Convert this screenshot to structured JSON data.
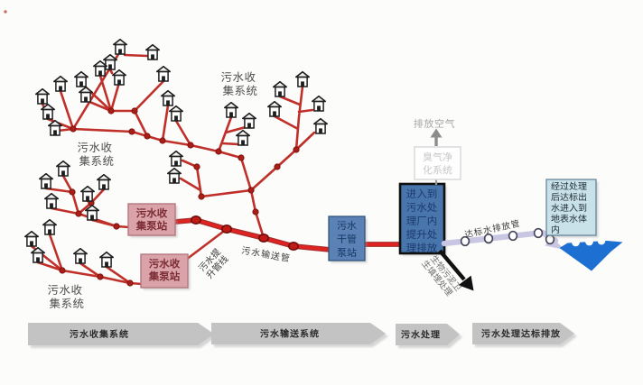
{
  "colors": {
    "network_red": "#c0302a",
    "trunk_red": "#cf1f1d",
    "node_red": "#8c1410",
    "pump_station_pink": "#d9a3a9",
    "trunk_pump_blue": "#5b81b5",
    "treatment_plant_blue": "#4876ac",
    "outfall_box_blue": "#c9e2e9",
    "discharge_pipe_lavender": "#c9c6e3",
    "water_body_blue": "#1d70d2",
    "process_arrow_gray": "#c3c3c3"
  },
  "labels": {
    "collection_system_top": {
      "line1": "污水收",
      "line2": "集系统"
    },
    "collection_system_left": {
      "line1": "污水收",
      "line2": "集系统"
    },
    "collection_system_bottom": {
      "line1": "污水收",
      "line2": "集系统"
    },
    "exhaust_air": "排放空气",
    "odor_purification": {
      "line1": "臭气净",
      "line2": "化系统"
    },
    "lift_pipeline": {
      "line1": "污水提",
      "line2": "升管线"
    },
    "transfer_pipe": "污水输送管",
    "discharge_pipe": "达标水排放管",
    "sludge_disposal": {
      "line1": "生物污泥卫",
      "line2": "生填埋处理"
    }
  },
  "boxes": {
    "pump_station_1": {
      "line1": "污水收",
      "line2": "集泵站"
    },
    "pump_station_2": {
      "line1": "污水收",
      "line2": "集泵站"
    },
    "trunk_pump_station": {
      "line1": "污水",
      "line2": "干管",
      "line3": "泵站"
    },
    "treatment_plant": {
      "lines": [
        "进入到",
        "污水处",
        "理厂内",
        "提升处",
        "理排放"
      ]
    },
    "outfall": {
      "lines": [
        "经过处理",
        "后达标出",
        "水进入到",
        "地表水体",
        "内"
      ]
    }
  },
  "process_arrows": [
    {
      "label": "污水收集系统"
    },
    {
      "label": "污水输送系统"
    },
    {
      "label": "污水处理"
    },
    {
      "label": "污水处理达标排放"
    }
  ]
}
